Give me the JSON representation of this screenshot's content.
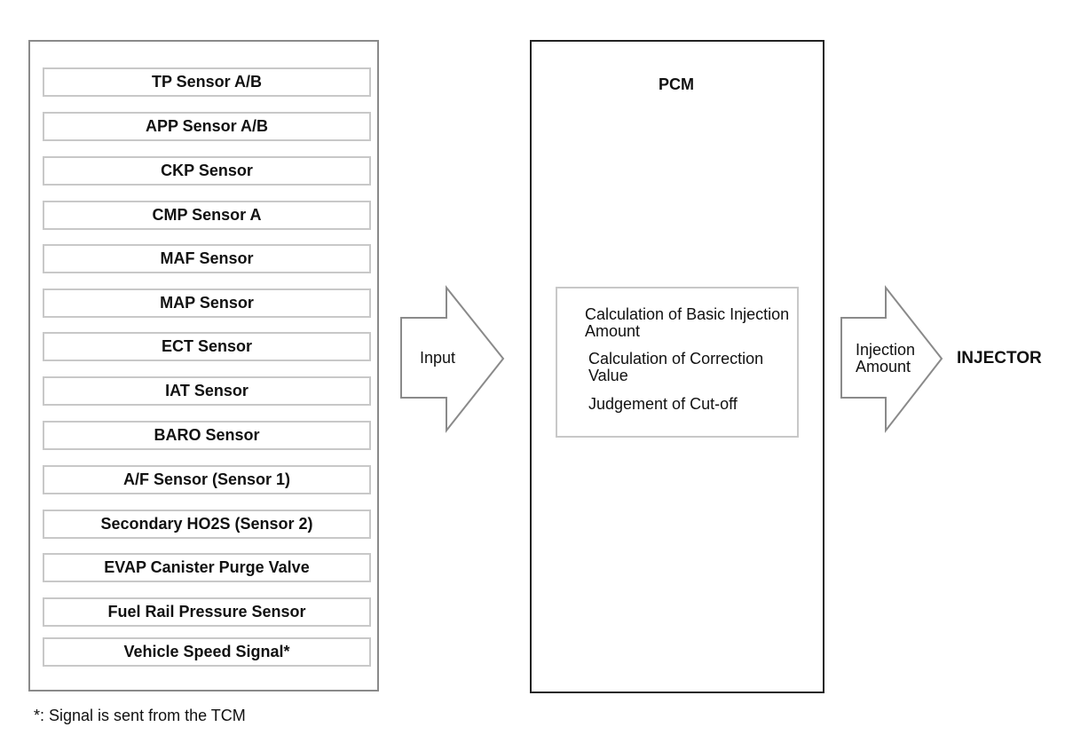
{
  "sensors": [
    "TP Sensor A/B",
    "APP Sensor A/B",
    "CKP Sensor",
    "CMP Sensor A",
    "MAF Sensor",
    "MAP Sensor",
    "ECT Sensor",
    "IAT Sensor",
    "BARO Sensor",
    "A/F Sensor (Sensor 1)",
    "Secondary HO2S (Sensor 2)",
    "EVAP Canister Purge Valve",
    "Fuel Rail Pressure Sensor",
    "Vehicle Speed Signal*"
  ],
  "input_arrow": {
    "label": "Input"
  },
  "pcm": {
    "title": "PCM",
    "functions": [
      "Calculation of Basic Injection Amount",
      "Calculation of Correction Value",
      "Judgement of Cut-off"
    ]
  },
  "output_arrow": {
    "label_line1": "Injection",
    "label_line2": "Amount"
  },
  "output": {
    "label": "INJECTOR"
  },
  "footnote": "*: Signal is sent from the TCM"
}
